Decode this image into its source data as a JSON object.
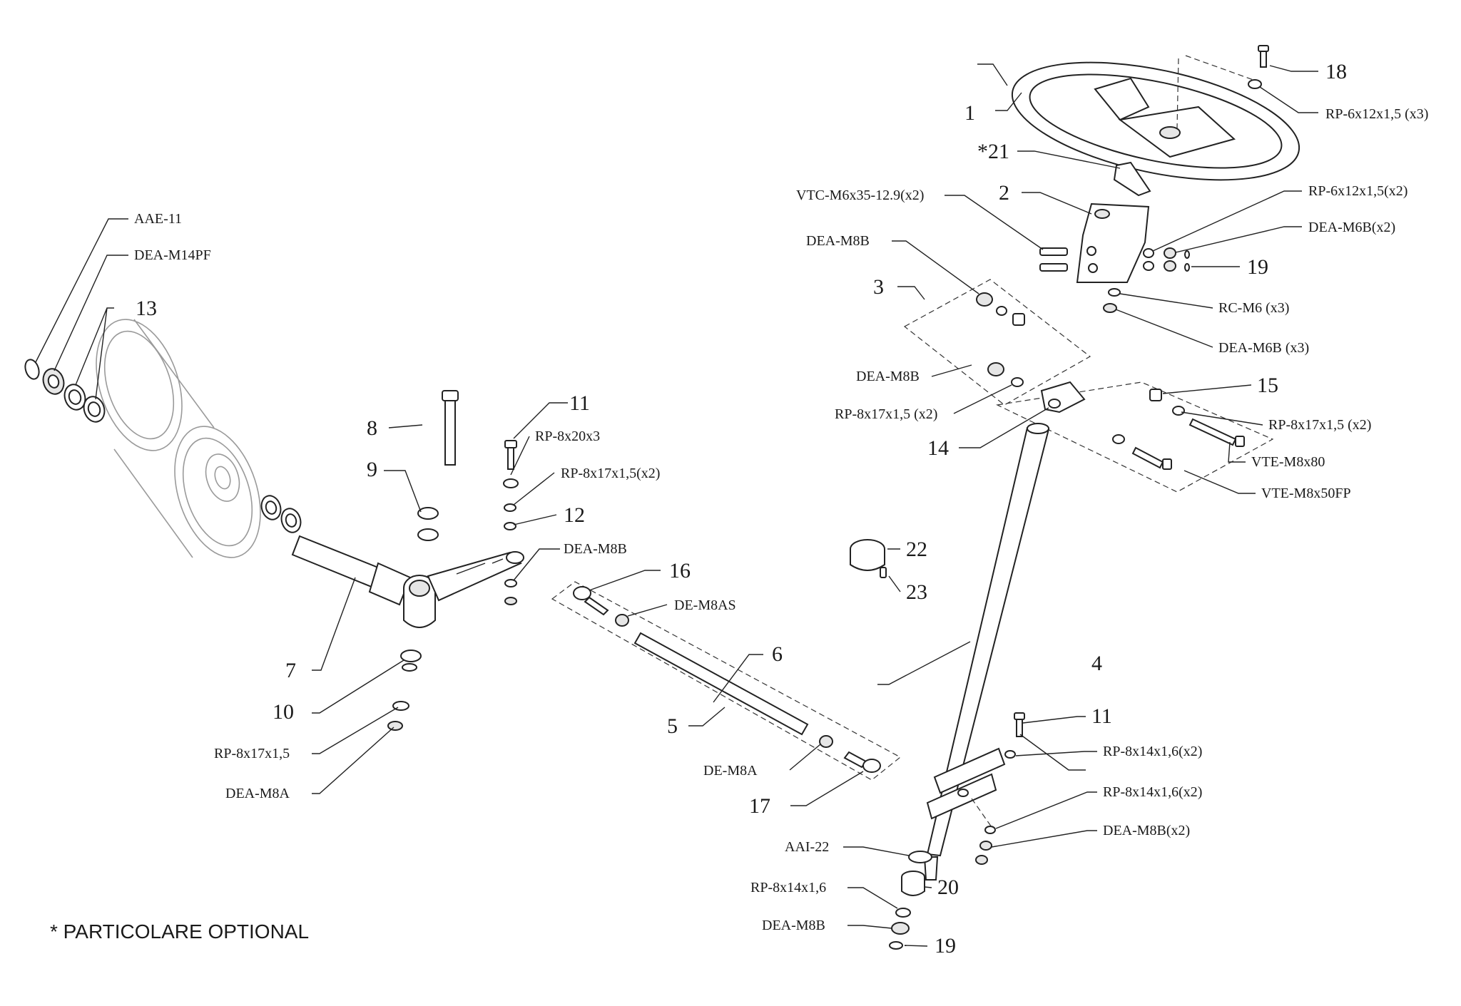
{
  "note": "* PARTICOLARE OPTIONAL",
  "labels": {
    "n1": "1",
    "n2": "2",
    "n3": "3",
    "n4": "4",
    "n5": "5",
    "n6": "6",
    "n7": "7",
    "n8": "8",
    "n9": "9",
    "n10": "10",
    "n11a": "11",
    "n11b": "11",
    "n12": "12",
    "n13": "13",
    "n14": "14",
    "n15": "15",
    "n16": "16",
    "n17": "17",
    "n18": "18",
    "n19a": "19",
    "n19b": "19",
    "n20": "20",
    "n21": "*21",
    "n22": "22",
    "n23": "23",
    "c_aae11": "AAE-11",
    "c_dea_m14pf": "DEA-M14PF",
    "c_rp_8x20x3": "RP-8x20x3",
    "c_rp_8x17_x2_left": "RP-8x17x1,5(x2)",
    "c_dea_m8b_left": "DEA-M8B",
    "c_de_m8as": "DE-M8AS",
    "c_rp_8x17_bottom": "RP-8x17x1,5",
    "c_dea_m8a": "DEA-M8A",
    "c_de_m8a": "DE-M8A",
    "c_rp_6x12_x3": "RP-6x12x1,5 (x3)",
    "c_vtc": "VTC-M6x35-12.9(x2)",
    "c_rp_6x12_x2": "RP-6x12x1,5(x2)",
    "c_dea_m6b_x2": "DEA-M6B(x2)",
    "c_dea_m8b_top": "DEA-M8B",
    "c_rc_m6": "RC-M6 (x3)",
    "c_dea_m6b_x3": "DEA-M6B (x3)",
    "c_dea_m8b_mid": "DEA-M8B",
    "c_rp_8x17_x2_mid": "RP-8x17x1,5 (x2)",
    "c_rp_8x17_x2_right": "RP-8x17x1,5 (x2)",
    "c_vte_m8x80": "VTE-M8x80",
    "c_vte_m8x50fp": "VTE-M8x50FP",
    "c_rp_8x14_x2_a": "RP-8x14x1,6(x2)",
    "c_rp_8x14_x2_b": "RP-8x14x1,6(x2)",
    "c_dea_m8b_x2": "DEA-M8B(x2)",
    "c_aai22": "AAI-22",
    "c_rp_8x14": "RP-8x14x1,6",
    "c_dea_m8b_bottom": "DEA-M8B"
  }
}
